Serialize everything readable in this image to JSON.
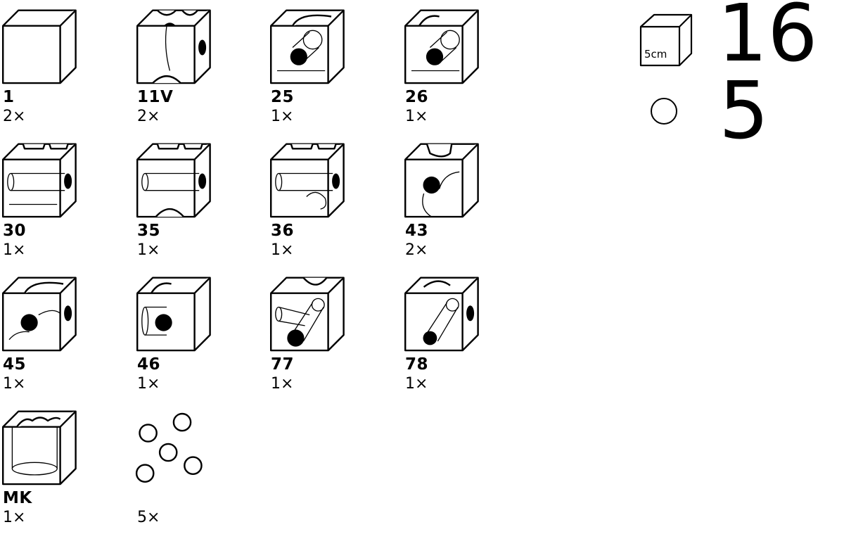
{
  "summary": {
    "cube_label": "5cm",
    "cube_count": "16",
    "ball_count": "5"
  },
  "items": [
    {
      "code": "1",
      "qty": "2×",
      "icon": "plain-cube-icon"
    },
    {
      "code": "11V",
      "qty": "2×",
      "icon": "cube-11v-icon"
    },
    {
      "code": "25",
      "qty": "1×",
      "icon": "cube-25-icon"
    },
    {
      "code": "26",
      "qty": "1×",
      "icon": "cube-26-icon"
    },
    {
      "code": "30",
      "qty": "1×",
      "icon": "cube-30-icon"
    },
    {
      "code": "35",
      "qty": "1×",
      "icon": "cube-35-icon"
    },
    {
      "code": "36",
      "qty": "1×",
      "icon": "cube-36-icon"
    },
    {
      "code": "43",
      "qty": "2×",
      "icon": "cube-43-icon"
    },
    {
      "code": "45",
      "qty": "1×",
      "icon": "cube-45-icon"
    },
    {
      "code": "46",
      "qty": "1×",
      "icon": "cube-46-icon"
    },
    {
      "code": "77",
      "qty": "1×",
      "icon": "cube-77-icon"
    },
    {
      "code": "78",
      "qty": "1×",
      "icon": "cube-78-icon"
    },
    {
      "code": "MK",
      "qty": "1×",
      "icon": "cube-mk-icon"
    },
    {
      "code": "",
      "qty": "5×",
      "icon": "balls-icon"
    }
  ]
}
